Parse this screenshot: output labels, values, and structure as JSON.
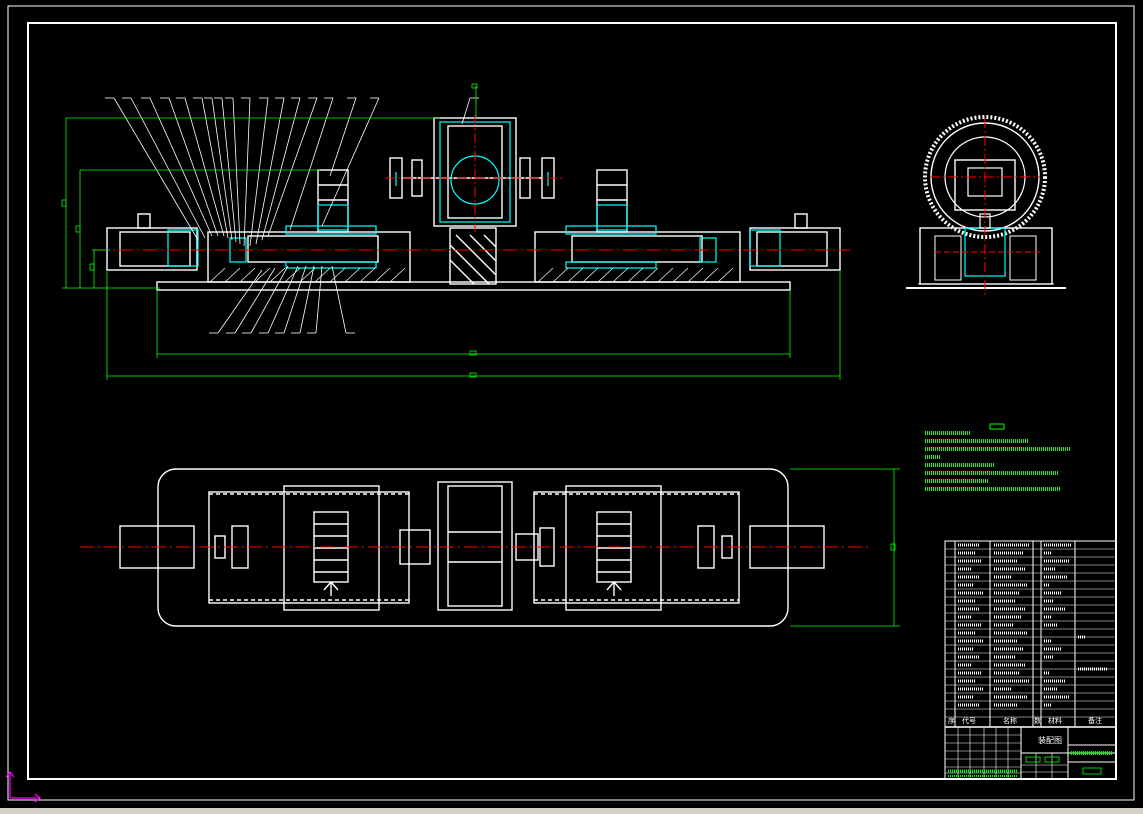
{
  "drawing": {
    "background": "#000000",
    "colors": {
      "outline": "#ffffff",
      "detail": "#00ffff",
      "dimension": "#00ff00",
      "centerline": "#ff0000",
      "ucs_icon": "#ff00ff",
      "status_strip": "#d4d0c8"
    },
    "title_block": {
      "bom_header": [
        "序",
        "代号",
        "名称",
        "数",
        "材料",
        "备注"
      ],
      "drawing_name": "装配图"
    },
    "icons": [
      "ucs-axis-icon"
    ]
  }
}
